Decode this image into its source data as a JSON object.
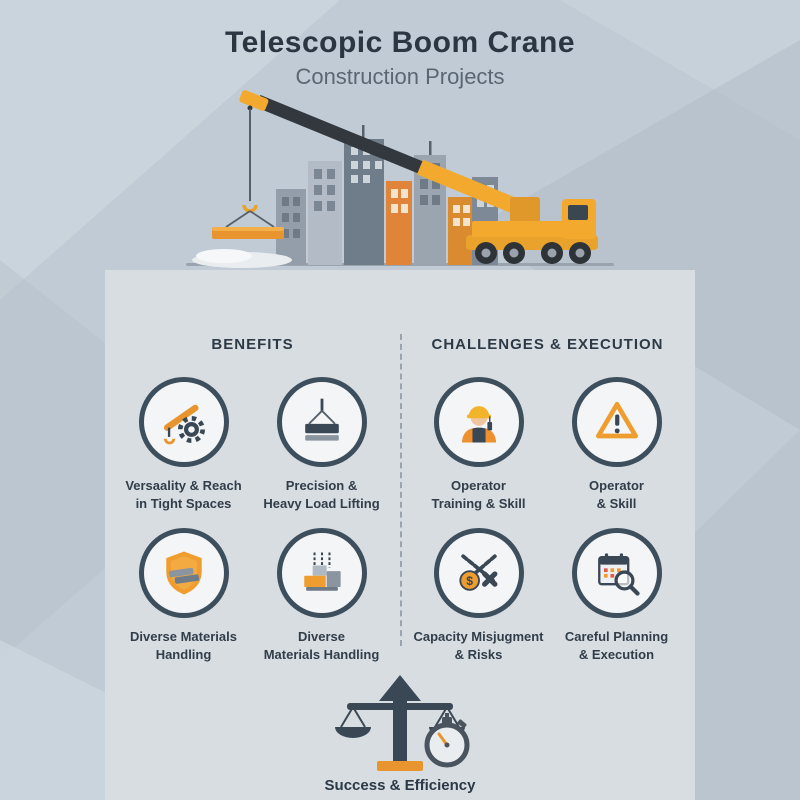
{
  "colors": {
    "accent_orange": "#e8952f",
    "slate": "#3a4754",
    "panel_bg": "#d8dde2",
    "page_bg": "#c1cbd5"
  },
  "header": {
    "title": "Telescopic Boom Crane",
    "subtitle": "Construction Projects"
  },
  "columns": [
    {
      "header": "BENEFITS",
      "items": [
        {
          "icon": "crane-gear-icon",
          "label": "Versaality & Reach\nin Tight Spaces"
        },
        {
          "icon": "hook-load-icon",
          "label": "Precision &\nHeavy Load Lifting"
        },
        {
          "icon": "shield-materials-icon",
          "label": "Diverse Materials\nHandling"
        },
        {
          "icon": "chain-blocks-icon",
          "label": "Diverse\nMaterials Handling"
        }
      ]
    },
    {
      "header": "CHALLENGES & EXECUTION",
      "items": [
        {
          "icon": "operator-icon",
          "label": "Operator\nTraining & Skill"
        },
        {
          "icon": "warning-triangle-icon",
          "label": "Operator\n& Skill"
        },
        {
          "icon": "chain-dollar-icon",
          "label": "Capacity Misjugment\n& Risks"
        },
        {
          "icon": "calendar-magnifier-icon",
          "label": "Careful Planning\n& Execution"
        }
      ]
    }
  ],
  "footer": {
    "label": "Success & Efficiency"
  }
}
